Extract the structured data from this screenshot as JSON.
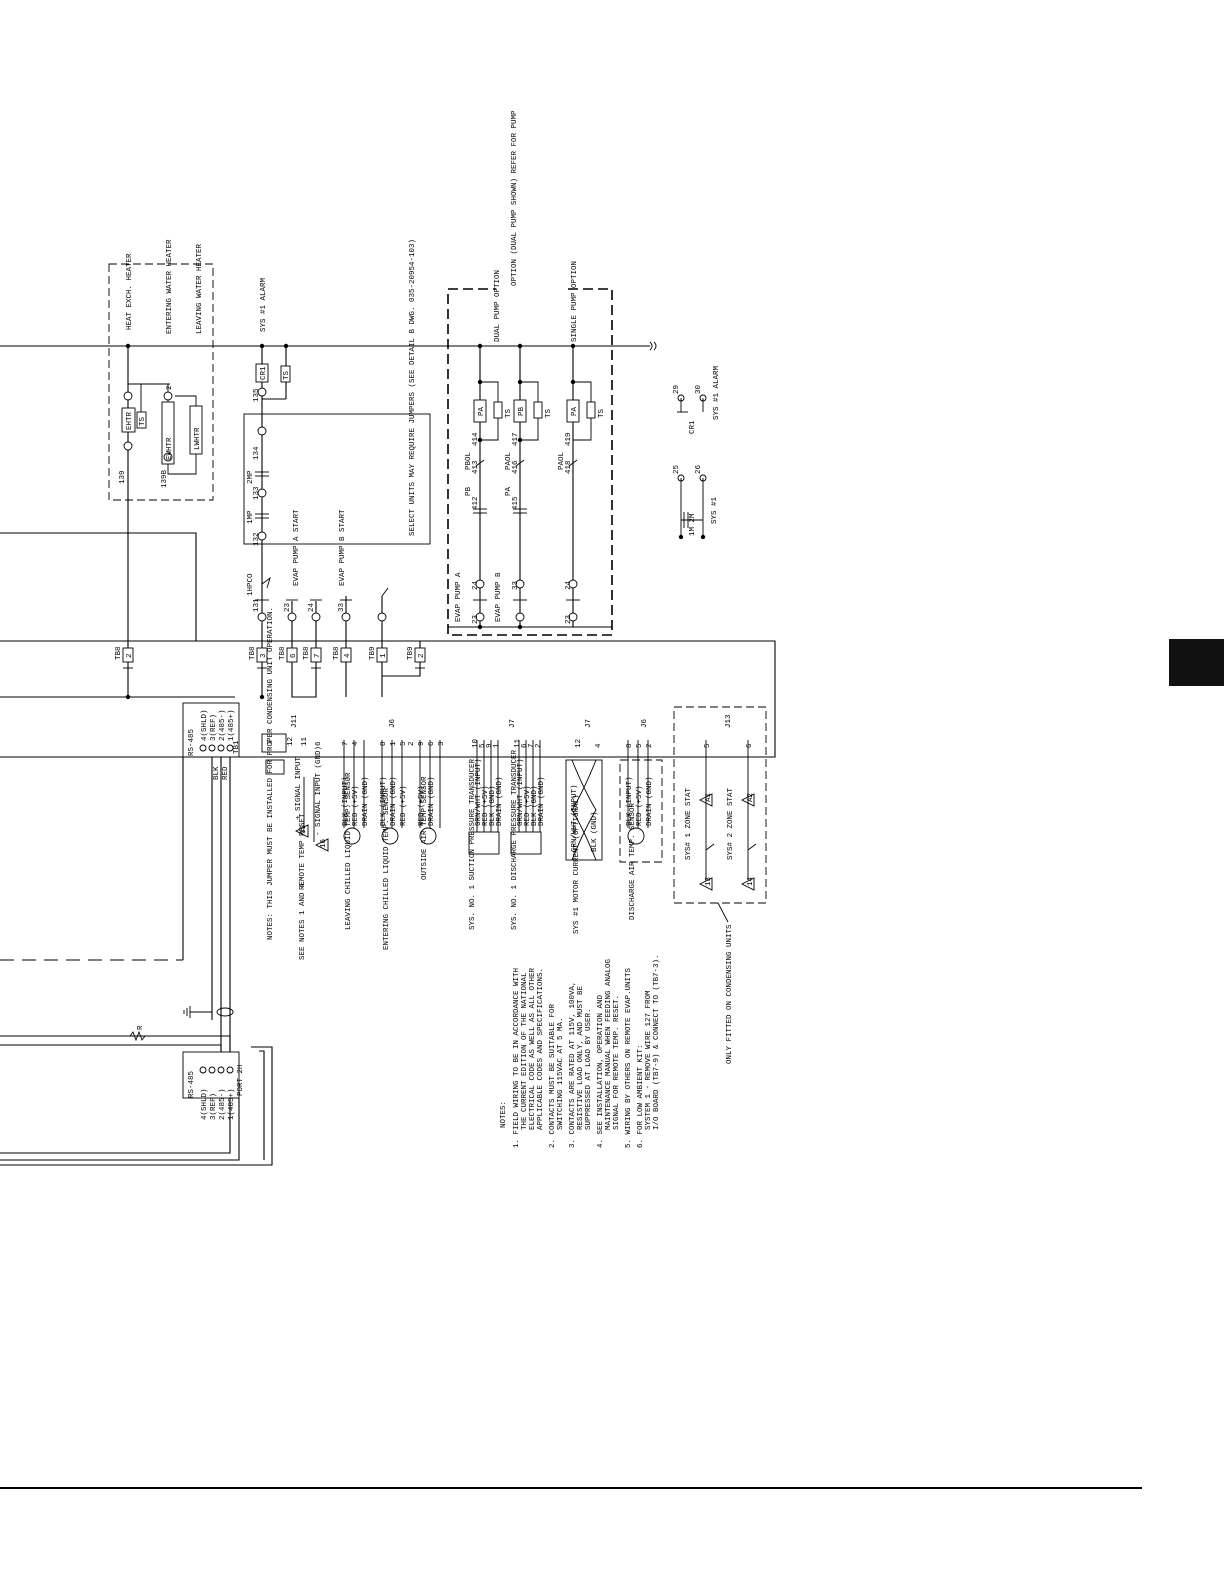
{
  "rot_labels": {
    "heat_exch": "HEAT EXCH. HEATER",
    "entering_heater": "ENTERING WATER HEATER",
    "leaving_heater": "LEAVING WATER HEATER",
    "sys1_alarm_top": "SYS #1 ALARM",
    "option_note": "OPTION (DUAL PUMP SHOWN) REFER FOR PUMP",
    "dual_pump": "DUAL PUMP OPTION",
    "single_pump": "SINGLE PUMP OPTION",
    "jumper_note": "SELECT UNITS MAY REQUIRE JUMPERS (SEE DETAIL B DWG. 035-20954-103)",
    "lhpco": "1HPCO",
    "evap_pump_a_start": "EVAP PUMP A START",
    "evap_pump_b_start": "EVAP PUMP B START",
    "evap_pump_a": "EVAP PUMP A",
    "evap_pump_b": "EVAP PUMP B",
    "sys1_alarm_right": "SYS #1 ALARM",
    "sys1_right": "SYS #1",
    "ehtr": "EHTR",
    "ts_heat": "TS",
    "ewhtr": "EWHTR",
    "lwhtr": "LWHTR",
    "cr1": "CR1",
    "ts_cr1": "TS",
    "pa": "PA",
    "pb": "PB",
    "pa2": "PA",
    "ts1": "TS",
    "ts2": "TS",
    "ts3": "TS",
    "pbol": "PBOL",
    "paol": "PAOL",
    "paol2": "PAOL",
    "pb_cont": "PB",
    "pa_cont": "PA",
    "w139": "139",
    "w139b": "139B",
    "w2": "2",
    "w131": "131",
    "w132": "132",
    "w133": "133",
    "w134": "134",
    "w135": "135",
    "lmp": "1MP",
    "lmp2": "2MP",
    "w23a": "23",
    "w24a": "24",
    "w33a": "33",
    "w412": "412",
    "w413": "413",
    "w414": "414",
    "w415": "415",
    "w416": "416",
    "w417": "417",
    "w418": "418",
    "w419": "419",
    "w24b": "24",
    "w33b": "33",
    "w24c": "24",
    "w23b": "23",
    "w23c": "23",
    "w25": "25",
    "w26": "26",
    "w29": "29",
    "w30": "30",
    "cr_small": "CR1",
    "lm2m": "1M 2M",
    "tb8_a": "TB8",
    "tb8_b": "TB8",
    "tb8_c": "TB8",
    "tb8_d": "TB8",
    "tb8_e": "TB8",
    "tb9_a": "TB9",
    "tb9_b": "TB9",
    "tb_2": "2",
    "tb_3": "3",
    "tb_6": "6",
    "tb_7": "7",
    "tb_4": "4",
    "tb_1": "1",
    "tb_2b": "2",
    "rs485_top": "RS-485",
    "shld_top": "4(SHLD)",
    "ref_top": "3(REF)",
    "m485_top": "2(485-)",
    "p485_top": "1(485+)",
    "tb1_top": "TB1",
    "blk": "BLK",
    "red": "RED",
    "rs485_bot": "RS-485",
    "shld_bot": "4(SHLD)",
    "ref_bot": "3(REF)",
    "m485_bot": "2(485-)",
    "p485_bot": "1(485+)",
    "port_2h": "PORT 2H",
    "r_label": "R",
    "j11": "J11",
    "j6a": "J6",
    "j7a": "J7",
    "j7b": "J7",
    "j6b": "J6",
    "j13": "J13",
    "j11_7": "7",
    "j11_12": "12",
    "j11_11": "11",
    "j11_6": "6",
    "signal_input": "+ SIGNAL INPUT",
    "signal_input_gnd": "- SIGNAL INPUT (GND)",
    "jumper_install": "NOTES: THIS JUMPER MUST BE INSTALLED FOR PROPER CONDENSING UNIT OPERATION.",
    "remote_temp_reset": "REMOTE TEMP RESET",
    "see_notes": "SEE NOTES 1 AND 4",
    "blk_input": "BLK (INPUT)",
    "red_5v": "RED (+5V)",
    "drain_gnd": "DRAIN (GND)",
    "blk_input2": "BLK (INPUT)",
    "drain_gnd2": "DRAIN (GND)",
    "red_5v2": "RED (+5V)",
    "red_5v3": "RED (+5V)",
    "drain_gnd3": "DRAIN (GND)",
    "j6_7": "7",
    "j6_4": "4",
    "j6_8": "8",
    "j6_1": "1",
    "j6_5": "5",
    "j6_2": "2",
    "j6_9": "9",
    "j6_6": "6",
    "j6_3": "3",
    "leaving_chilled": "LEAVING CHILLED LIQUID TEMP. SENSOR",
    "entering_chilled": "ENTERING CHILLED LIQUID TEMP. SENSOR",
    "outside_air": "OUTSIDE AIR TEMP SENSOR",
    "grn_wht": "GRN/WHT (INPUT)",
    "red_5v_t": "RED (+5V)",
    "blk_gnd_t": "BLK (GND)",
    "drain_gnd_t": "DRAIN (GND)",
    "grn_wht2": "GRN/WHT (INPUT)",
    "red_5v_t2": "RED (+5V)",
    "blk_gnd_t2": "BLK (GND)",
    "drain_gnd_t2": "DRAIN (GND)",
    "j7_10": "10",
    "j7_5": "5",
    "j7_9": "9",
    "j7_1": "1",
    "j7_11": "11",
    "j7_6": "6",
    "j7_7": "7",
    "j7_2": "2",
    "suction_xdcr": "SYS. NO. 1 SUCTION PRESSURE TRANSDUCER",
    "discharge_xdcr": "SYS. NO. 1 DISCHARGE PRESSURE TRANSDUCER",
    "grn_wht_j": "GRN/WHT (INPUT)",
    "blk_gnd_j": "BLK (GND)",
    "j7b_12": "12",
    "j7b_4": "4",
    "motor_current": "SYS #1 MOTOR CURRENT (OPTIONAL)",
    "blk_input_d": "BLK (INPUT)",
    "red_5v_d": "RED (+5V)",
    "drain_gnd_d": "DRAIN (GND)",
    "j6b_8": "8",
    "j6b_5": "5",
    "j6b_2": "2",
    "discharge_air": "DISCHARGE AIR TEMP. SENSOR",
    "j13_5": "5",
    "j13_6": "6",
    "sys1_zone": "SYS# 1 ZONE STAT",
    "sys2_zone": "SYS# 2 ZONE STAT",
    "only_fitted": "ONLY FITTED ON CONDENSING UNITS",
    "notes_title": "NOTES:",
    "note1": "1.  FIELD WIRING TO BE IN ACCORDANCE WITH",
    "note1b": "THE CURRENT EDITION OF THE NATIONAL",
    "note1c": "ELECTRICAL CODE AS WELL AS ALL OTHER",
    "note1d": "APPLICABLE CODES AND SPECIFICATIONS.",
    "note2": "2.  CONTACTS MUST BE SUITABLE FOR",
    "note2b": "SWITCHING 115VAC AT 5 MA.",
    "note3": "3.  CONTACTS ARE RATED AT 115V, 100VA,",
    "note3b": "RESISTIVE LOAD ONLY, AND MUST BE",
    "note3c": "SUPPRESSED AT LOAD BY USER.",
    "note4": "4.  SEE INSTALLATION, OPERATION AND",
    "note4b": "MAINTENANCE MANUAL WHEN FEEDING ANALOG",
    "note4c": "SIGNAL FOR REMOTE TEMP. RESET.",
    "note5": "5.  WIRING BY OTHERS ON REMOTE EVAP.UNITS",
    "note6": "6.  FOR LOW AMBIENT KIT:",
    "note6b": "SYSTEM 1 - REMOVE WIRE 127 FROM",
    "note6c": "I/O BOARD (TB7-9) & CONNECT TO (TB7-3).",
    "triangle_a": "A1",
    "triangle_b": "A2",
    "triangle_c": "13",
    "triangle_d": "14",
    "triangle_e": "15",
    "triangle_f": "16"
  }
}
